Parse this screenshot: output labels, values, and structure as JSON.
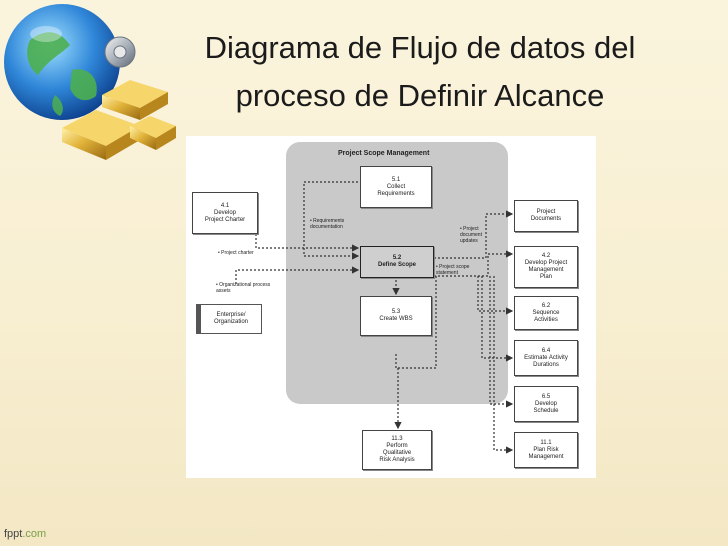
{
  "slide": {
    "title_line1": "Diagrama de Flujo de datos del",
    "title_line2": "proceso de Definir Alcance",
    "footer_brand": "fppt",
    "footer_domain": ".com"
  },
  "diagram": {
    "panel_title": "Project Scope Management",
    "inner": {
      "collect": {
        "num": "5.1",
        "label1": "Collect",
        "label2": "Requirements"
      },
      "define": {
        "num": "5.2",
        "label1": "Define Scope"
      },
      "wbs": {
        "num": "5.3",
        "label1": "Create WBS"
      }
    },
    "charter": {
      "num": "4.1",
      "label1": "Develop",
      "label2": "Project Charter"
    },
    "enterprise": {
      "label1": "Enterprise/",
      "label2": "Organization"
    },
    "qualitative": {
      "num": "11.3",
      "label1": "Perform",
      "label2": "Qualitative",
      "label3": "Risk Analysis"
    },
    "right": [
      {
        "num": "",
        "label1": "Project",
        "label2": "Documents",
        "label3": ""
      },
      {
        "num": "4.2",
        "label1": "Develop Project",
        "label2": "Management",
        "label3": "Plan"
      },
      {
        "num": "6.2",
        "label1": "Sequence",
        "label2": "Activities",
        "label3": ""
      },
      {
        "num": "6.4",
        "label1": "Estimate Activity",
        "label2": "Durations",
        "label3": ""
      },
      {
        "num": "6.5",
        "label1": "Develop",
        "label2": "Schedule",
        "label3": ""
      },
      {
        "num": "11.1",
        "label1": "Plan Risk",
        "label2": "Management",
        "label3": ""
      }
    ],
    "flows": {
      "requirements": "• Requirements documentation",
      "charter": "• Project charter",
      "opa": "• Organizational process assets",
      "doc_updates": "• Project document updates",
      "scope_statement": "• Project scope statement"
    }
  }
}
